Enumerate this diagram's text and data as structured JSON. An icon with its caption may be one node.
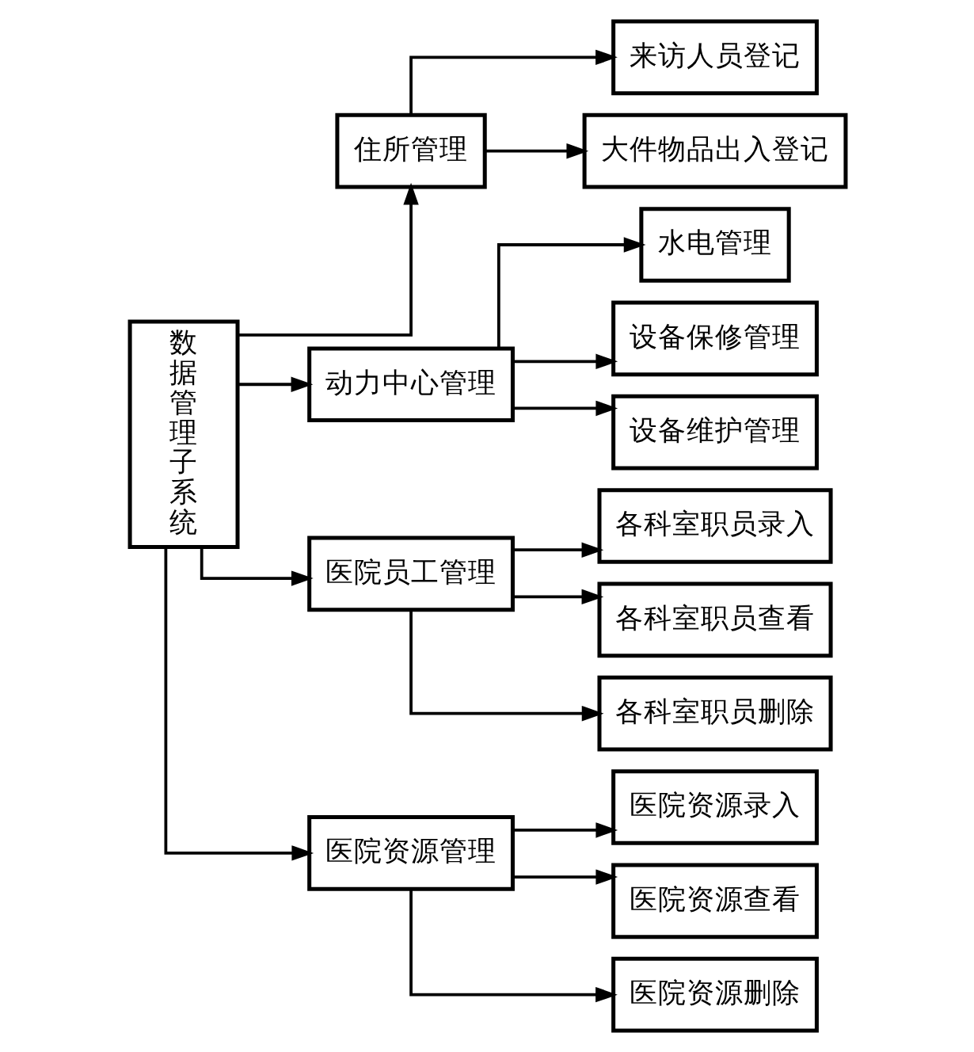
{
  "diagram": {
    "nodes": [
      {
        "text": [
          "数据管理子系统"
        ]
      },
      {
        "text": [
          "住所管理"
        ]
      },
      {
        "text": [
          "来访人员登记"
        ]
      },
      {
        "text": [
          "大件物品出入登记"
        ]
      },
      {
        "text": [
          "动力中心管理"
        ]
      },
      {
        "text": [
          "水电管理"
        ]
      },
      {
        "text": [
          "设备保修管理"
        ]
      },
      {
        "text": [
          "设备维护管理"
        ]
      },
      {
        "text": [
          "医院员工管理"
        ]
      },
      {
        "text": [
          "各科室职员录入"
        ]
      },
      {
        "text": [
          "各科室职员查看"
        ]
      },
      {
        "text": [
          "各科室职员删除"
        ]
      },
      {
        "text": [
          "医院资源管理"
        ]
      },
      {
        "text": [
          "医院资源录入"
        ]
      },
      {
        "text": [
          "医院资源查看"
        ]
      },
      {
        "text": [
          "医院资源删除"
        ]
      }
    ],
    "edges": [
      {
        "from": 0,
        "to": 1,
        "arrow": "to"
      },
      {
        "from": 0,
        "to": 4,
        "arrow": "to"
      },
      {
        "from": 0,
        "to": 8,
        "arrow": "to"
      },
      {
        "from": 0,
        "to": 12,
        "arrow": "to"
      },
      {
        "from": 1,
        "to": 2,
        "arrow": "to"
      },
      {
        "from": 1,
        "to": 3,
        "arrow": "to"
      },
      {
        "from": 4,
        "to": 5,
        "arrow": "to"
      },
      {
        "from": 4,
        "to": 6,
        "arrow": "to"
      },
      {
        "from": 4,
        "to": 7,
        "arrow": "to"
      },
      {
        "from": 8,
        "to": 9,
        "arrow": "to"
      },
      {
        "from": 8,
        "to": 10,
        "arrow": "to"
      },
      {
        "from": 8,
        "to": 11,
        "arrow": "to"
      },
      {
        "from": 12,
        "to": 13,
        "arrow": "to"
      },
      {
        "from": 12,
        "to": 14,
        "arrow": "to"
      },
      {
        "from": 12,
        "to": 15,
        "arrow": "to"
      }
    ]
  }
}
